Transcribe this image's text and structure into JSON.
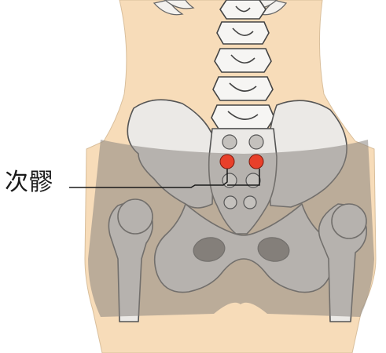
{
  "label": {
    "text": "次髎"
  },
  "colors": {
    "skin": "#f7dcb9",
    "bone": "#ebe9e6",
    "bone_outline": "#555555",
    "shorts_overlay": "#8a8580",
    "foramen": "#c4c1bd",
    "acupoint": "#e8402a",
    "obturator_hole": "#7d7974"
  },
  "icons": [
    "pelvis-illustration",
    "acupoint-marker"
  ]
}
